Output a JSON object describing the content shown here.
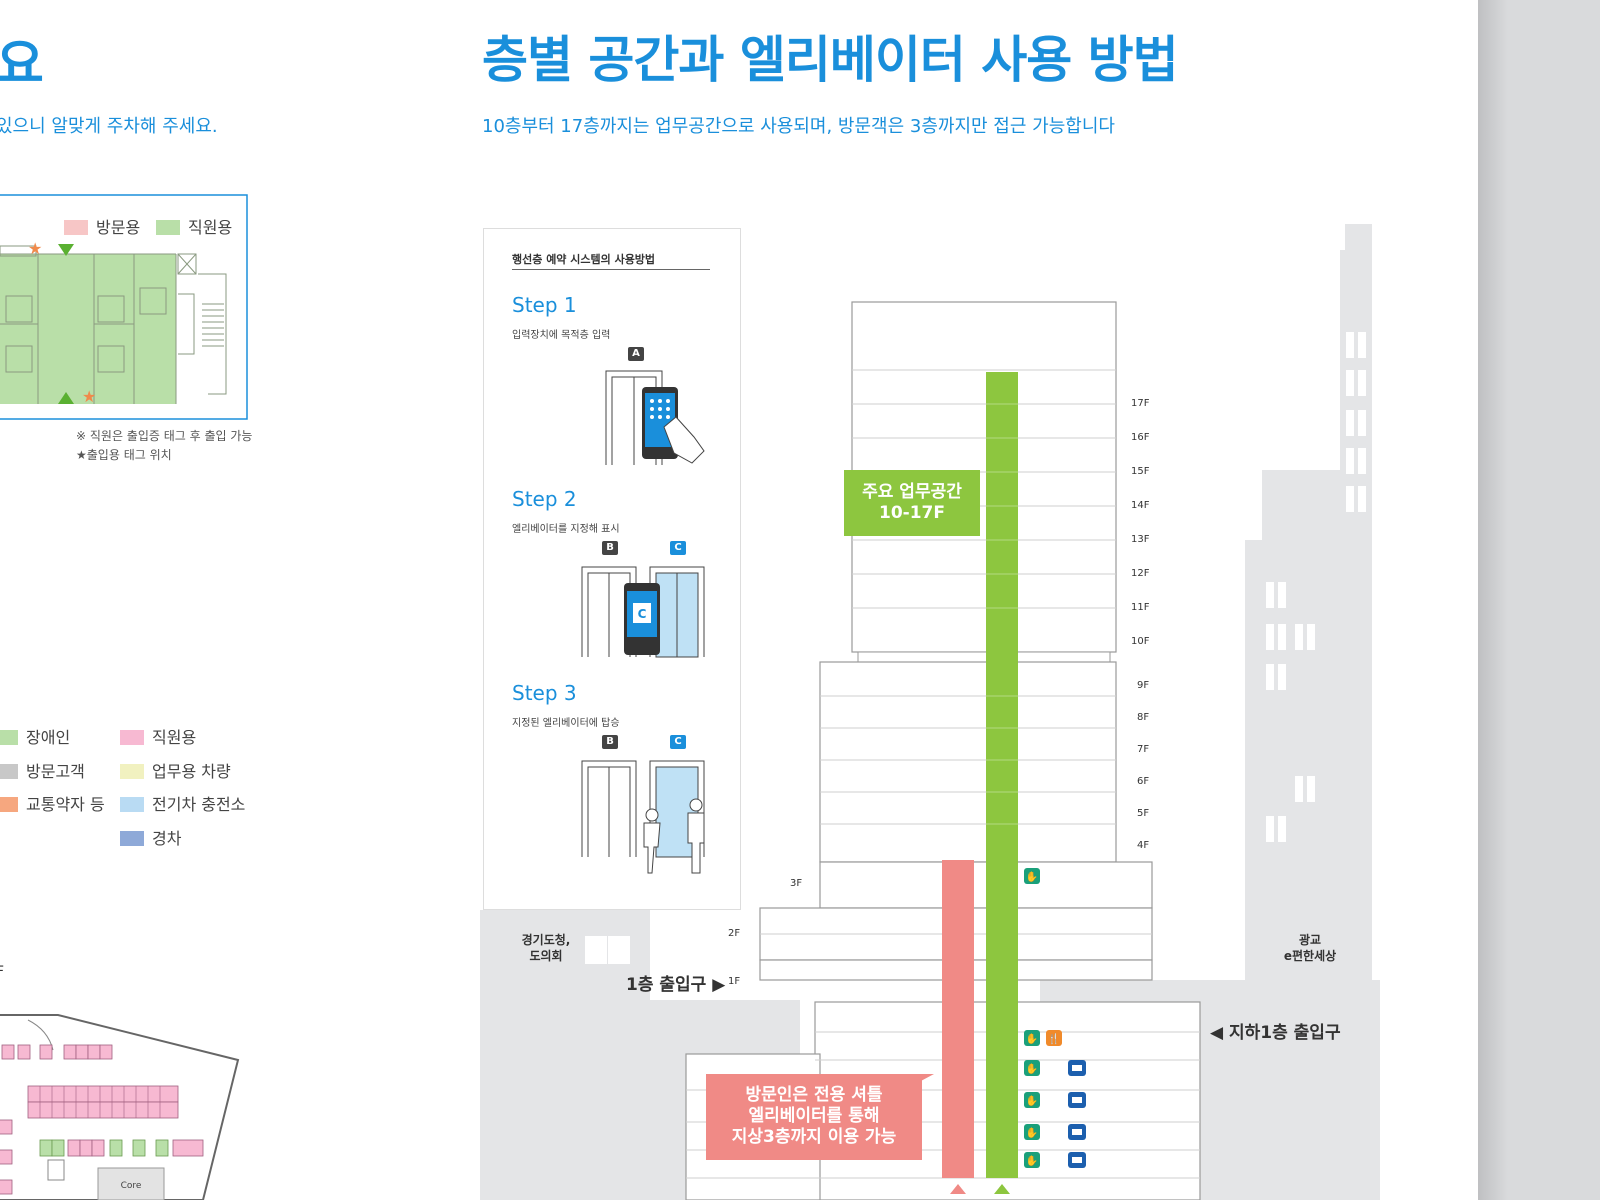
{
  "left_section": {
    "heading_fragment": "요",
    "subtitle_fragment": "있으니 알맞게 주차해 주세요.",
    "floorplan_legend": {
      "visitor": "방문용",
      "staff": "직원용"
    },
    "floorplan_notes": [
      "※ 직원은 출입증 태그 후 출입 가능",
      "★출입용 태그 위치"
    ],
    "parking_legend": [
      {
        "label": "장애인",
        "color": "#b9dfa8"
      },
      {
        "label": "직원용",
        "color": "#f7b9d2"
      },
      {
        "label": "방문고객",
        "color": "#c8c8c8"
      },
      {
        "label": "업무용 차량",
        "color": "#f1f1c0"
      },
      {
        "label": "교통약자 등",
        "color": "#f6a77f"
      },
      {
        "label": "전기차 충전소",
        "color": "#b9dbf3"
      },
      {
        "label": "경차",
        "color": "#8ea9d8"
      }
    ],
    "floor_fragment": "F",
    "core_label": "Core"
  },
  "right_section": {
    "title": "층별 공간과 엘리베이터 사용 방법",
    "subtitle": "10층부터 17층까지는 업무공간으로 사용되며, 방문객은 3층까지만 접근 가능합니다",
    "system_panel": {
      "title": "행선층 예약 시스템의 사용방법",
      "steps": [
        {
          "title": "Step 1",
          "desc": "입력장치에 목적층 입력",
          "badges": [
            "A"
          ]
        },
        {
          "title": "Step 2",
          "desc": "엘리베이터를 지정해 표시",
          "badges": [
            "B",
            "C"
          ],
          "screen_letter": "C"
        },
        {
          "title": "Step 3",
          "desc": "지정된 엘리베이터에 탑승",
          "badges": [
            "B",
            "C"
          ]
        }
      ]
    },
    "building": {
      "floors_upper": [
        "17F",
        "16F",
        "15F",
        "14F",
        "13F",
        "12F",
        "11F",
        "10F"
      ],
      "floors_middle": [
        "9F",
        "8F",
        "7F",
        "6F",
        "5F",
        "4F"
      ],
      "floors_lower": [
        "3F",
        "2F",
        "1F"
      ],
      "office_bubble": [
        "주요 업무공간",
        "10-17F"
      ],
      "visitor_bubble": [
        "방문인은 전용 셔틀",
        "엘리베이터를 통해",
        "지상3층까지 이용 가능"
      ],
      "entrance_1f": "1층 출입구",
      "entrance_b1": "◀ 지하1층 출입구",
      "left_neighbor": [
        "경기도청,",
        "도의회"
      ],
      "right_neighbor": [
        "광교",
        "e편한세상"
      ],
      "staff_elevator_color": "#8dc63f",
      "visitor_elevator_color": "#f08a86"
    }
  }
}
